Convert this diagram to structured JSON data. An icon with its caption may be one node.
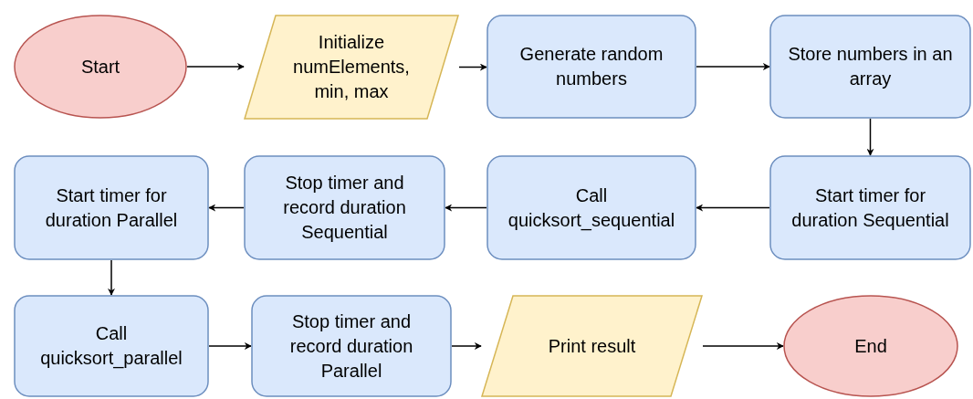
{
  "diagram": {
    "nodes": [
      {
        "text": [
          "Start"
        ]
      },
      {
        "text": [
          "Initialize numElements, min, max"
        ]
      },
      {
        "text": [
          "Generate random numbers"
        ]
      },
      {
        "text": [
          "Store numbers in an array"
        ]
      },
      {
        "text": [
          "Start timer for duration Sequential"
        ]
      },
      {
        "text": [
          "Call quicksort_sequential"
        ]
      },
      {
        "text": [
          "Stop timer and record duration Sequential"
        ]
      },
      {
        "text": [
          "Start timer for duration Parallel"
        ]
      },
      {
        "text": [
          "Call quicksort_parallel"
        ]
      },
      {
        "text": [
          "Stop timer and record duration Parallel"
        ]
      },
      {
        "text": [
          "Print result"
        ]
      },
      {
        "text": [
          "End"
        ]
      }
    ],
    "edges": [
      {
        "from": 0,
        "to": 1,
        "arrow": "to"
      },
      {
        "from": 1,
        "to": 2,
        "arrow": "to"
      },
      {
        "from": 2,
        "to": 3,
        "arrow": "to"
      },
      {
        "from": 3,
        "to": 4,
        "arrow": "to"
      },
      {
        "from": 4,
        "to": 5,
        "arrow": "to"
      },
      {
        "from": 5,
        "to": 6,
        "arrow": "to"
      },
      {
        "from": 6,
        "to": 7,
        "arrow": "to"
      },
      {
        "from": 7,
        "to": 8,
        "arrow": "to"
      },
      {
        "from": 8,
        "to": 9,
        "arrow": "to"
      },
      {
        "from": 9,
        "to": 10,
        "arrow": "to"
      },
      {
        "from": 10,
        "to": 11,
        "arrow": "to"
      }
    ]
  }
}
